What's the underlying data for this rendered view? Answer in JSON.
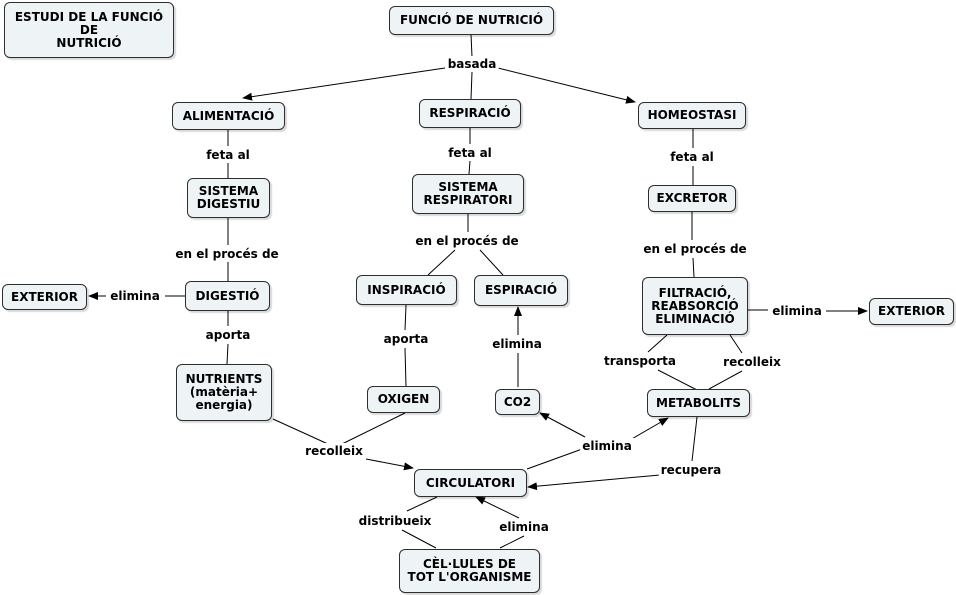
{
  "title_box": "ESTUDI DE LA FUNCIÓ\nDE\nNUTRICIÓ",
  "nodes": {
    "root": "FUNCIÓ DE NUTRICIÓ",
    "alimentacio": "ALIMENTACIÓ",
    "respiracio": "RESPIRACIÓ",
    "homeostasi": "HOMEOSTASI",
    "sistema_digestiu": "SISTEMA\nDIGESTIU",
    "sistema_respiratori": "SISTEMA\nRESPIRATORI",
    "excretor": "EXCRETOR",
    "digestio": "DIGESTIÓ",
    "exterior_left": "EXTERIOR",
    "inspiracio": "INSPIRACIÓ",
    "espiracio": "ESPIRACIÓ",
    "filtracio": "FILTRACIÓ,\nREABSORCIÓ\nELIMINACIÓ",
    "exterior_right": "EXTERIOR",
    "nutrients": "NUTRIENTS\n(matèria+\nenergia)",
    "oxigen": "OXIGEN",
    "co2": "CO2",
    "metabolits": "METABOLITS",
    "circulatori": "CIRCULATORI",
    "cellules": "CÈL·LULES DE\nTOT L'ORGANISME"
  },
  "links": {
    "basada": "basada",
    "feta_al_1": "feta al",
    "feta_al_2": "feta al",
    "feta_al_3": "feta al",
    "proces_1": "en el procés de",
    "proces_2": "en el procés de",
    "proces_3": "en el procés de",
    "elimina_digestio": "elimina",
    "elimina_filtracio": "elimina",
    "aporta_1": "aporta",
    "aporta_2": "aporta",
    "elimina_co2": "elimina",
    "transporta": "transporta",
    "recolleix_1": "recolleix",
    "recolleix_2": "recolleix",
    "elimina_circ": "elimina",
    "recupera": "recupera",
    "distribueix": "distribueix",
    "elimina_cell": "elimina"
  }
}
